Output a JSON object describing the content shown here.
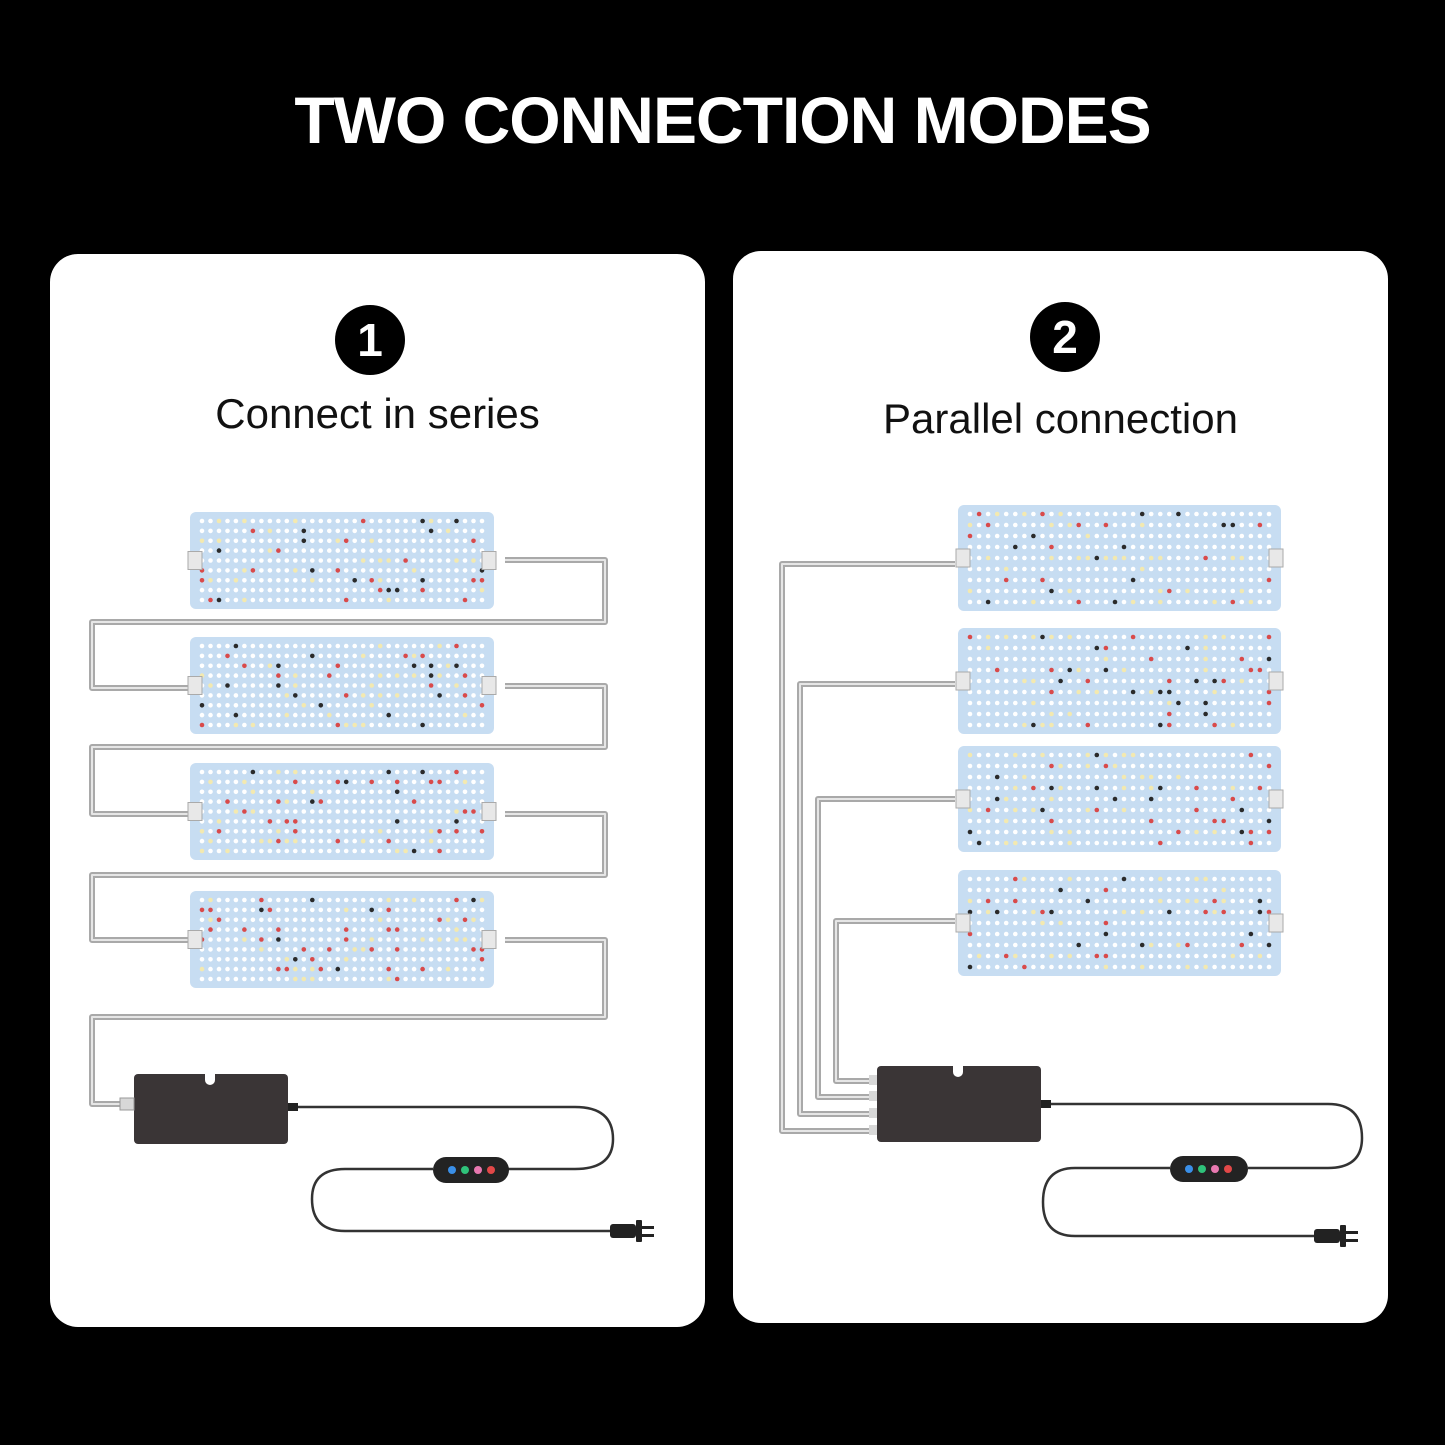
{
  "title": "TWO CONNECTION MODES",
  "modes": [
    {
      "number": "1",
      "label": "Connect in series"
    },
    {
      "number": "2",
      "label": "Parallel connection"
    }
  ],
  "colors": {
    "background": "#000000",
    "card": "#ffffff",
    "panel": "#c7ddf2",
    "cable": "#b5b5b5",
    "driver": "#3a3536",
    "led_blue": "#3a8fe8",
    "led_green": "#2fc27a",
    "led_pink": "#e878b0",
    "led_red": "#e24848"
  },
  "icons": [
    "led-panel-icon",
    "driver-box-icon",
    "dimmer-switch-icon",
    "power-plug-icon"
  ]
}
